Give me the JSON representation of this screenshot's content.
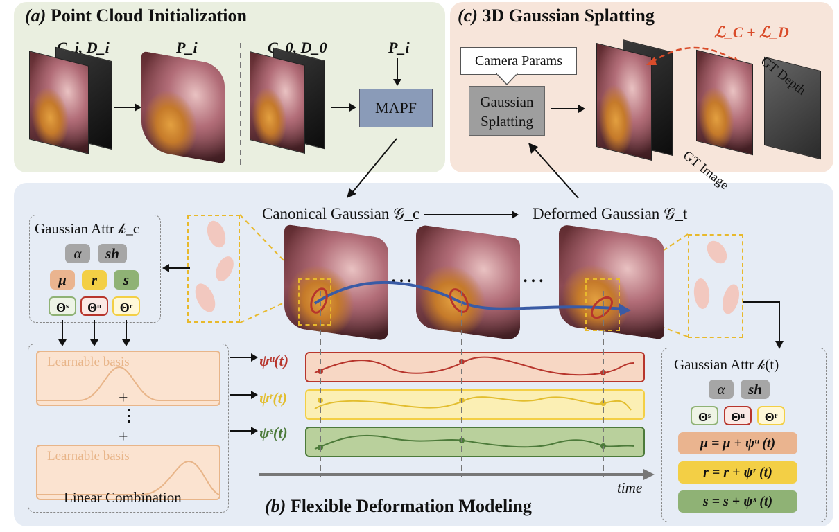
{
  "panel_a": {
    "title_tag": "(a)",
    "title": "Point Cloud Initialization",
    "label_input_i": "C_i, D_i",
    "label_points": "P_i",
    "label_input_0": "C_0, D_0",
    "label_points_in": "P_i",
    "mapf": "MAPF"
  },
  "panel_c": {
    "title_tag": "(c)",
    "title": "3D Gaussian Splatting",
    "camera_params": "Camera Params",
    "splatting_line1": "Gaussian",
    "splatting_line2": "Splatting",
    "loss": "ℒ_C + ℒ_D",
    "gt_image": "GT Image",
    "gt_depth": "GT Depth"
  },
  "panel_b": {
    "title_tag": "(b)",
    "title": "Flexible Deformation Modeling",
    "canonical": "Canonical Gaussian 𝒢_c",
    "deformed": "Deformed Gaussian 𝒢_t",
    "ellipsis": "…",
    "time_label": "time",
    "attr_left_title": "Gaussian Attr 𝓀_c",
    "attr_right_title": "Gaussian Attr 𝓀(t)",
    "chips": {
      "alpha": "α",
      "sh": "sh",
      "mu": "μ",
      "r": "r",
      "s": "s"
    },
    "thetas": {
      "s": "Θˢ",
      "mu": "Θᵘ",
      "r": "Θʳ"
    },
    "basis_label_1": "Learnable basis",
    "basis_label_2": "Learnable basis",
    "plus": "+",
    "vdots": "⋮",
    "linear_combination": "Linear Combination",
    "psi_mu": "ψᵘ(t)",
    "psi_r": "ψʳ(t)",
    "psi_s": "ψˢ(t)",
    "eq_mu": "μ = μ + ψᵘ (t)",
    "eq_r": "r = r + ψʳ (t)",
    "eq_s": "s = s + ψˢ (t)"
  },
  "colors": {
    "panel_a_bg": "#eaefe0",
    "panel_b_bg": "#e6ecf5",
    "panel_c_bg": "#f7e5da",
    "mu": "#eab48f",
    "r": "#f3cf45",
    "s": "#8fb275",
    "mu_curve": "#b7352c",
    "r_curve": "#e2bd2e",
    "s_curve": "#4c7a3a",
    "trajectory": "#3a5ba5",
    "mapf": "#8a9bb8"
  }
}
